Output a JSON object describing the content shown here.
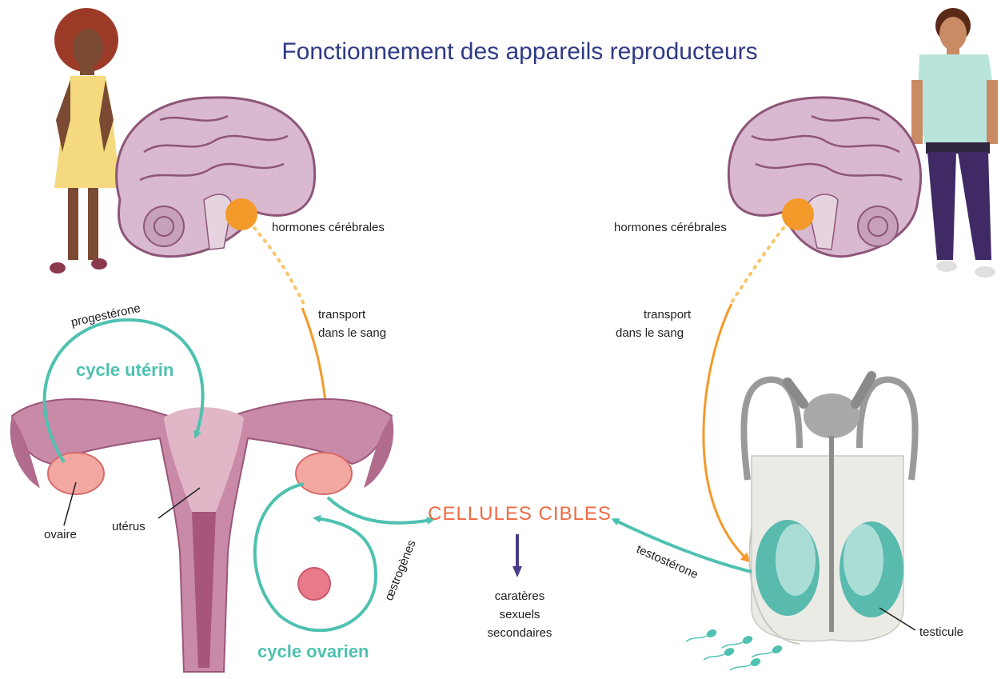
{
  "title": "Fonctionnement des appareils reproducteurs",
  "colors": {
    "title": "#2f3a84",
    "teal": "#4fc1b1",
    "orange": "#f39a2a",
    "target": "#ef6a43",
    "anatomy": "#b8688a",
    "arrow_down": "#4a3c87"
  },
  "female": {
    "brain_label": "hormones cérébrales",
    "transport_line1": "transport",
    "transport_line2": "dans le sang",
    "progesterone": "progestérone",
    "uterine_cycle": "cycle utérin",
    "ovary": "ovaire",
    "uterus": "utérus",
    "estrogens": "œstrogènes",
    "ovarian_cycle": "cycle ovarien"
  },
  "male": {
    "brain_label": "hormones cérébrales",
    "transport_line1": "transport",
    "transport_line2": "dans le sang",
    "testosterone": "testostérone",
    "testicle": "testicule"
  },
  "center": {
    "target_cells": "CELLULES CIBLES",
    "result_line1": "caratères",
    "result_line2": "sexuels",
    "result_line3": "secondaires"
  }
}
